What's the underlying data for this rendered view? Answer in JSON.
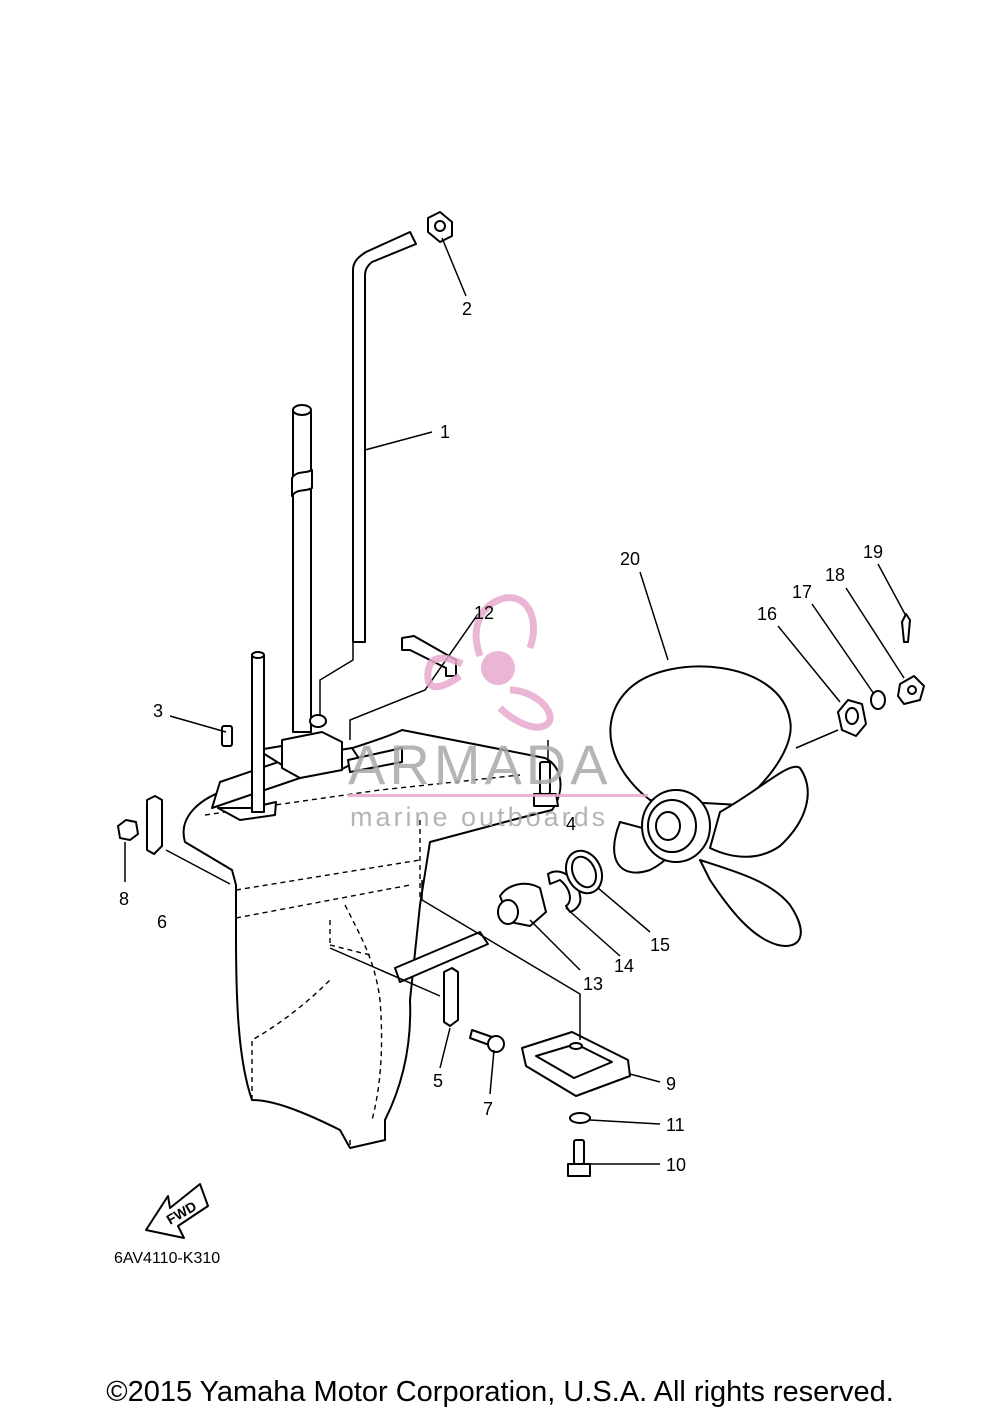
{
  "diagram": {
    "callouts": [
      {
        "id": "1",
        "label": "1"
      },
      {
        "id": "2",
        "label": "2"
      },
      {
        "id": "3",
        "label": "3"
      },
      {
        "id": "4",
        "label": "4"
      },
      {
        "id": "5",
        "label": "5"
      },
      {
        "id": "6",
        "label": "6"
      },
      {
        "id": "7",
        "label": "7"
      },
      {
        "id": "8",
        "label": "8"
      },
      {
        "id": "9",
        "label": "9"
      },
      {
        "id": "10",
        "label": "10"
      },
      {
        "id": "11",
        "label": "11"
      },
      {
        "id": "12",
        "label": "12"
      },
      {
        "id": "13",
        "label": "13"
      },
      {
        "id": "14",
        "label": "14"
      },
      {
        "id": "15",
        "label": "15"
      },
      {
        "id": "16",
        "label": "16"
      },
      {
        "id": "17",
        "label": "17"
      },
      {
        "id": "18",
        "label": "18"
      },
      {
        "id": "19",
        "label": "19"
      },
      {
        "id": "20",
        "label": "20"
      }
    ],
    "fwd_label": "FWD",
    "diagram_code": "6AV4110-K310"
  },
  "watermark": {
    "brand": "ARMADA",
    "tagline": "marine outboards",
    "icon": "propeller-logo-icon",
    "color": "#e8a9cf",
    "text_color": "#a9a9a9"
  },
  "footer": {
    "copyright": "©2015 Yamaha Motor Corporation, U.S.A. All rights reserved."
  }
}
